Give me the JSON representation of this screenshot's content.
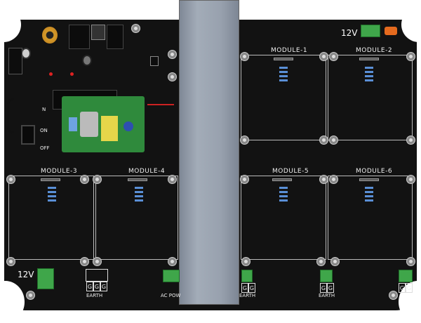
{
  "board": {
    "modules": [
      "MODULE-1",
      "MODULE-2",
      "MODULE-3",
      "MODULE-4",
      "MODULE-5",
      "MODULE-6"
    ],
    "power_in_top": "12V",
    "power_in_bottom": "12V",
    "switch_on": "ON",
    "switch_off": "OFF",
    "switch_n": "N",
    "earth_label": "EARTH",
    "ac_power_label": "AC POW",
    "ground_pin": "G",
    "colors": {
      "pcb": "#121212",
      "terminal": "#3fa64a",
      "heatsink_bar": "#98a1ae"
    }
  }
}
